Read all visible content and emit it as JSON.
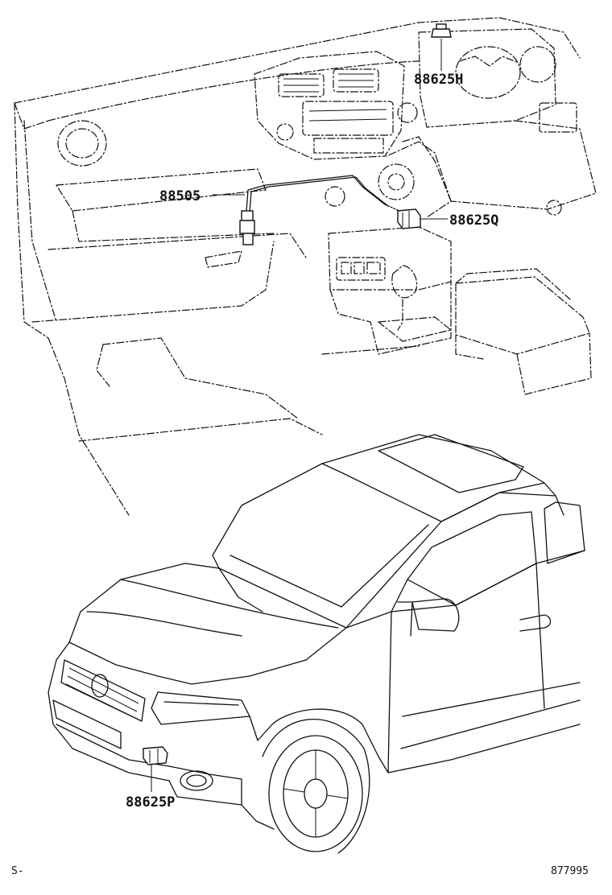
{
  "callouts": {
    "p88625h": "88625H",
    "p88505": "88505",
    "p88625q": "88625Q",
    "p88625p": "88625P"
  },
  "footer": {
    "left_code": "S-",
    "right_code": "877995"
  }
}
